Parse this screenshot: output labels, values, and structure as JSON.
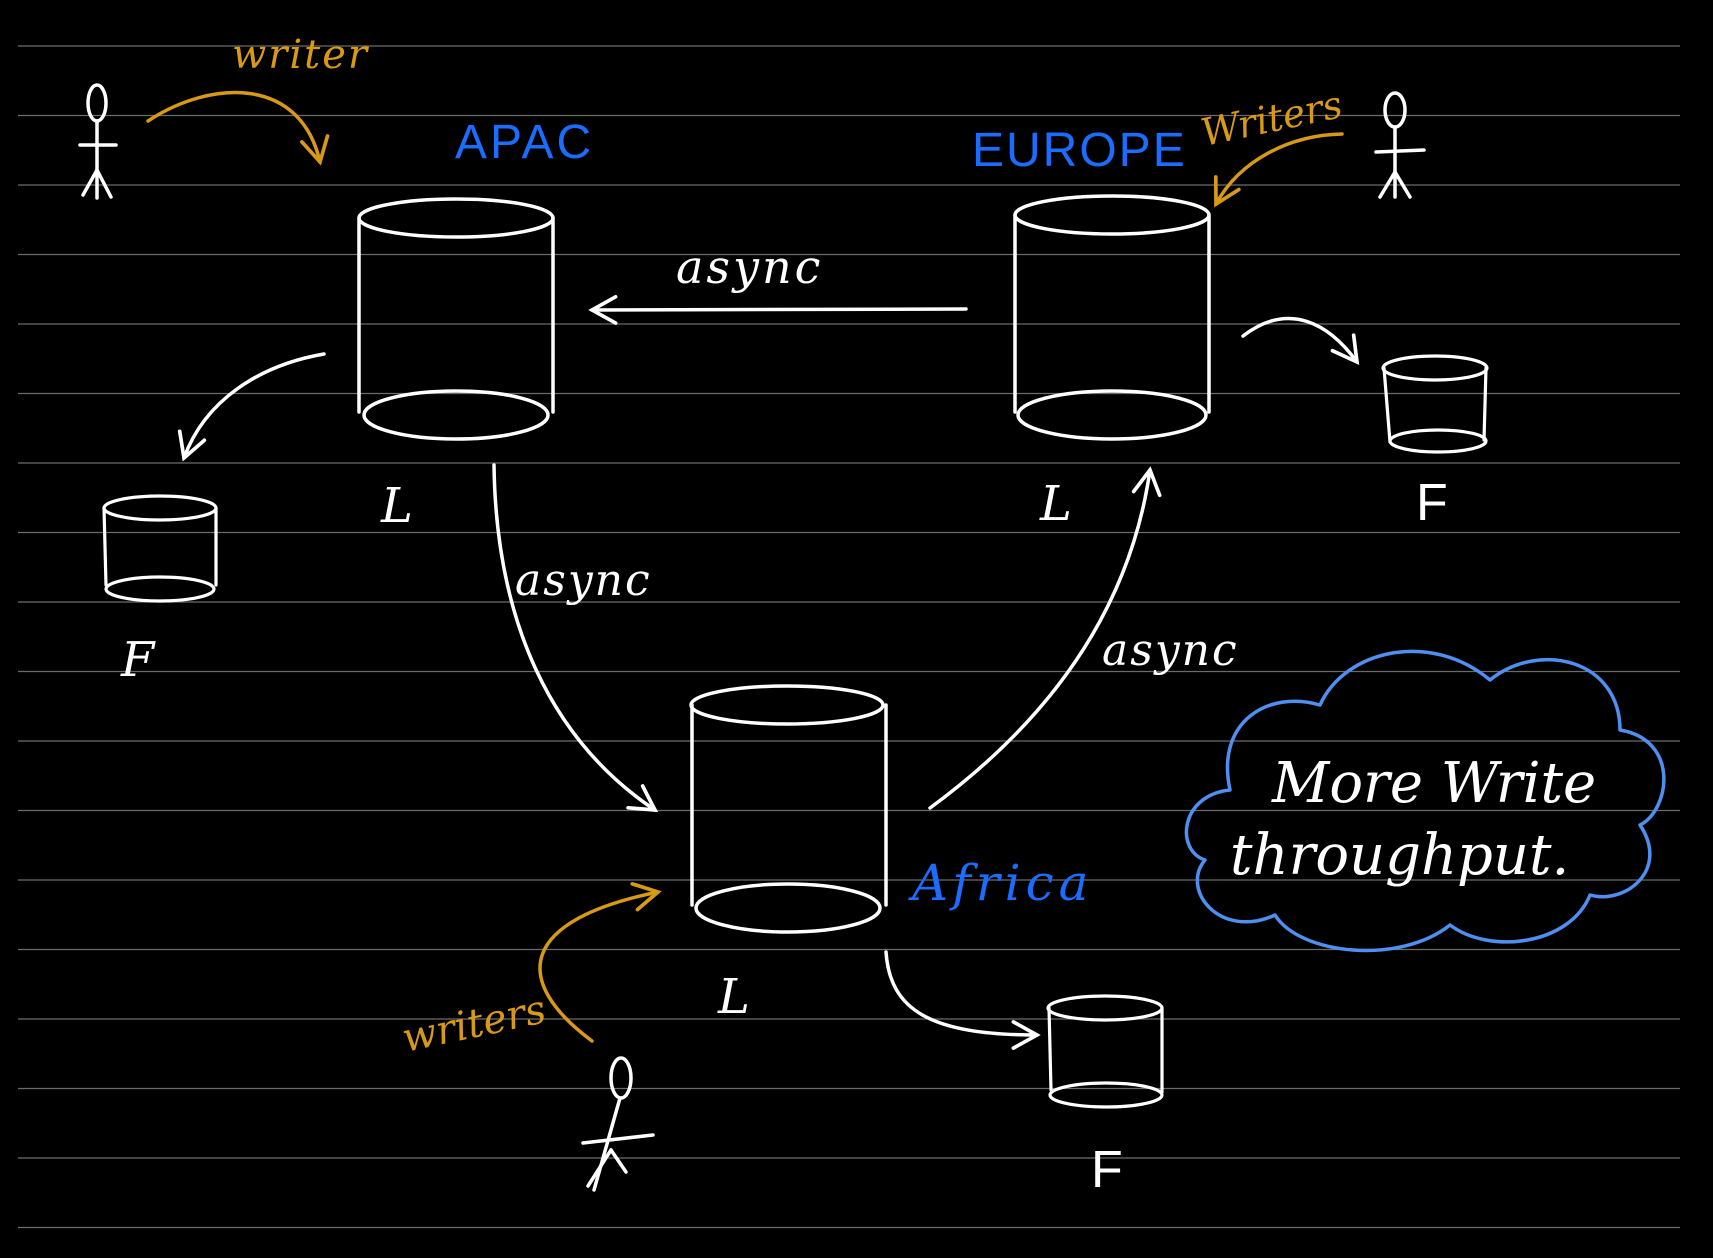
{
  "colors": {
    "background": "#000000",
    "ruled_lines": "#6b6b6b",
    "ink": "#ffffff",
    "region_blue": "#1a6dff",
    "writer_gold": "#d89a16",
    "cloud_blue": "#4f8ff0"
  },
  "regions": {
    "apac": "APAC",
    "europe": "EUROPE",
    "africa": "Africa"
  },
  "leader_label": "L",
  "follower_label": "F",
  "writer_label": "writer",
  "writers_label": "Writers",
  "writers_africa_label": "writers",
  "async_label": "async",
  "note": {
    "line1": "More Write",
    "line2": "throughput."
  }
}
